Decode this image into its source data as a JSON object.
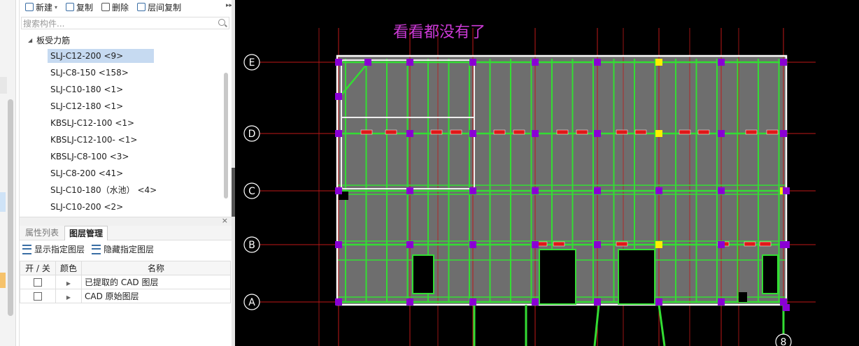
{
  "toolbar": {
    "new_label": "新建",
    "copy_label": "复制",
    "delete_label": "删除",
    "floor_copy_label": "层间复制",
    "more_label": "▸▸"
  },
  "search": {
    "placeholder": "搜索构件..."
  },
  "tree": {
    "group_label": "板受力筋",
    "items": [
      "SLJ-C12-200 <9>",
      "SLJ-C8-150 <158>",
      "SLJ-C10-180 <1>",
      "SLJ-C12-180 <1>",
      "KBSLJ-C12-100 <1>",
      "KBSLJ-C12-100- <1>",
      "KBSLJ-C8-100 <3>",
      "SLJ-C8-200 <41>",
      "SLJ-C10-180（水池） <4>",
      "SLJ-C10-200 <2>"
    ],
    "selected_index": 0
  },
  "bottom_panel": {
    "close_label": "×",
    "tabs": [
      "属性列表",
      "图层管理"
    ],
    "active_tab": 1,
    "show_layer_label": "显示指定图层",
    "hide_layer_label": "隐藏指定图层",
    "columns": [
      "开 / 关",
      "颜色",
      "名称"
    ],
    "layers": [
      {
        "name": "已提取的 CAD 图层",
        "checked": false
      },
      {
        "name": "CAD 原始图层",
        "checked": false
      }
    ]
  },
  "cad": {
    "annotation": "看看都没有了",
    "axis_labels": [
      "E",
      "D",
      "C",
      "B",
      "A"
    ],
    "partial_label": "8",
    "colors": {
      "background": "#000000",
      "slab": "#6e6e6e",
      "rebar": "#33dd33",
      "column": "#8a00d4",
      "gridline": "#c01818",
      "annotation": "#cc3ad6",
      "marker_yellow": "#ffee00"
    }
  }
}
